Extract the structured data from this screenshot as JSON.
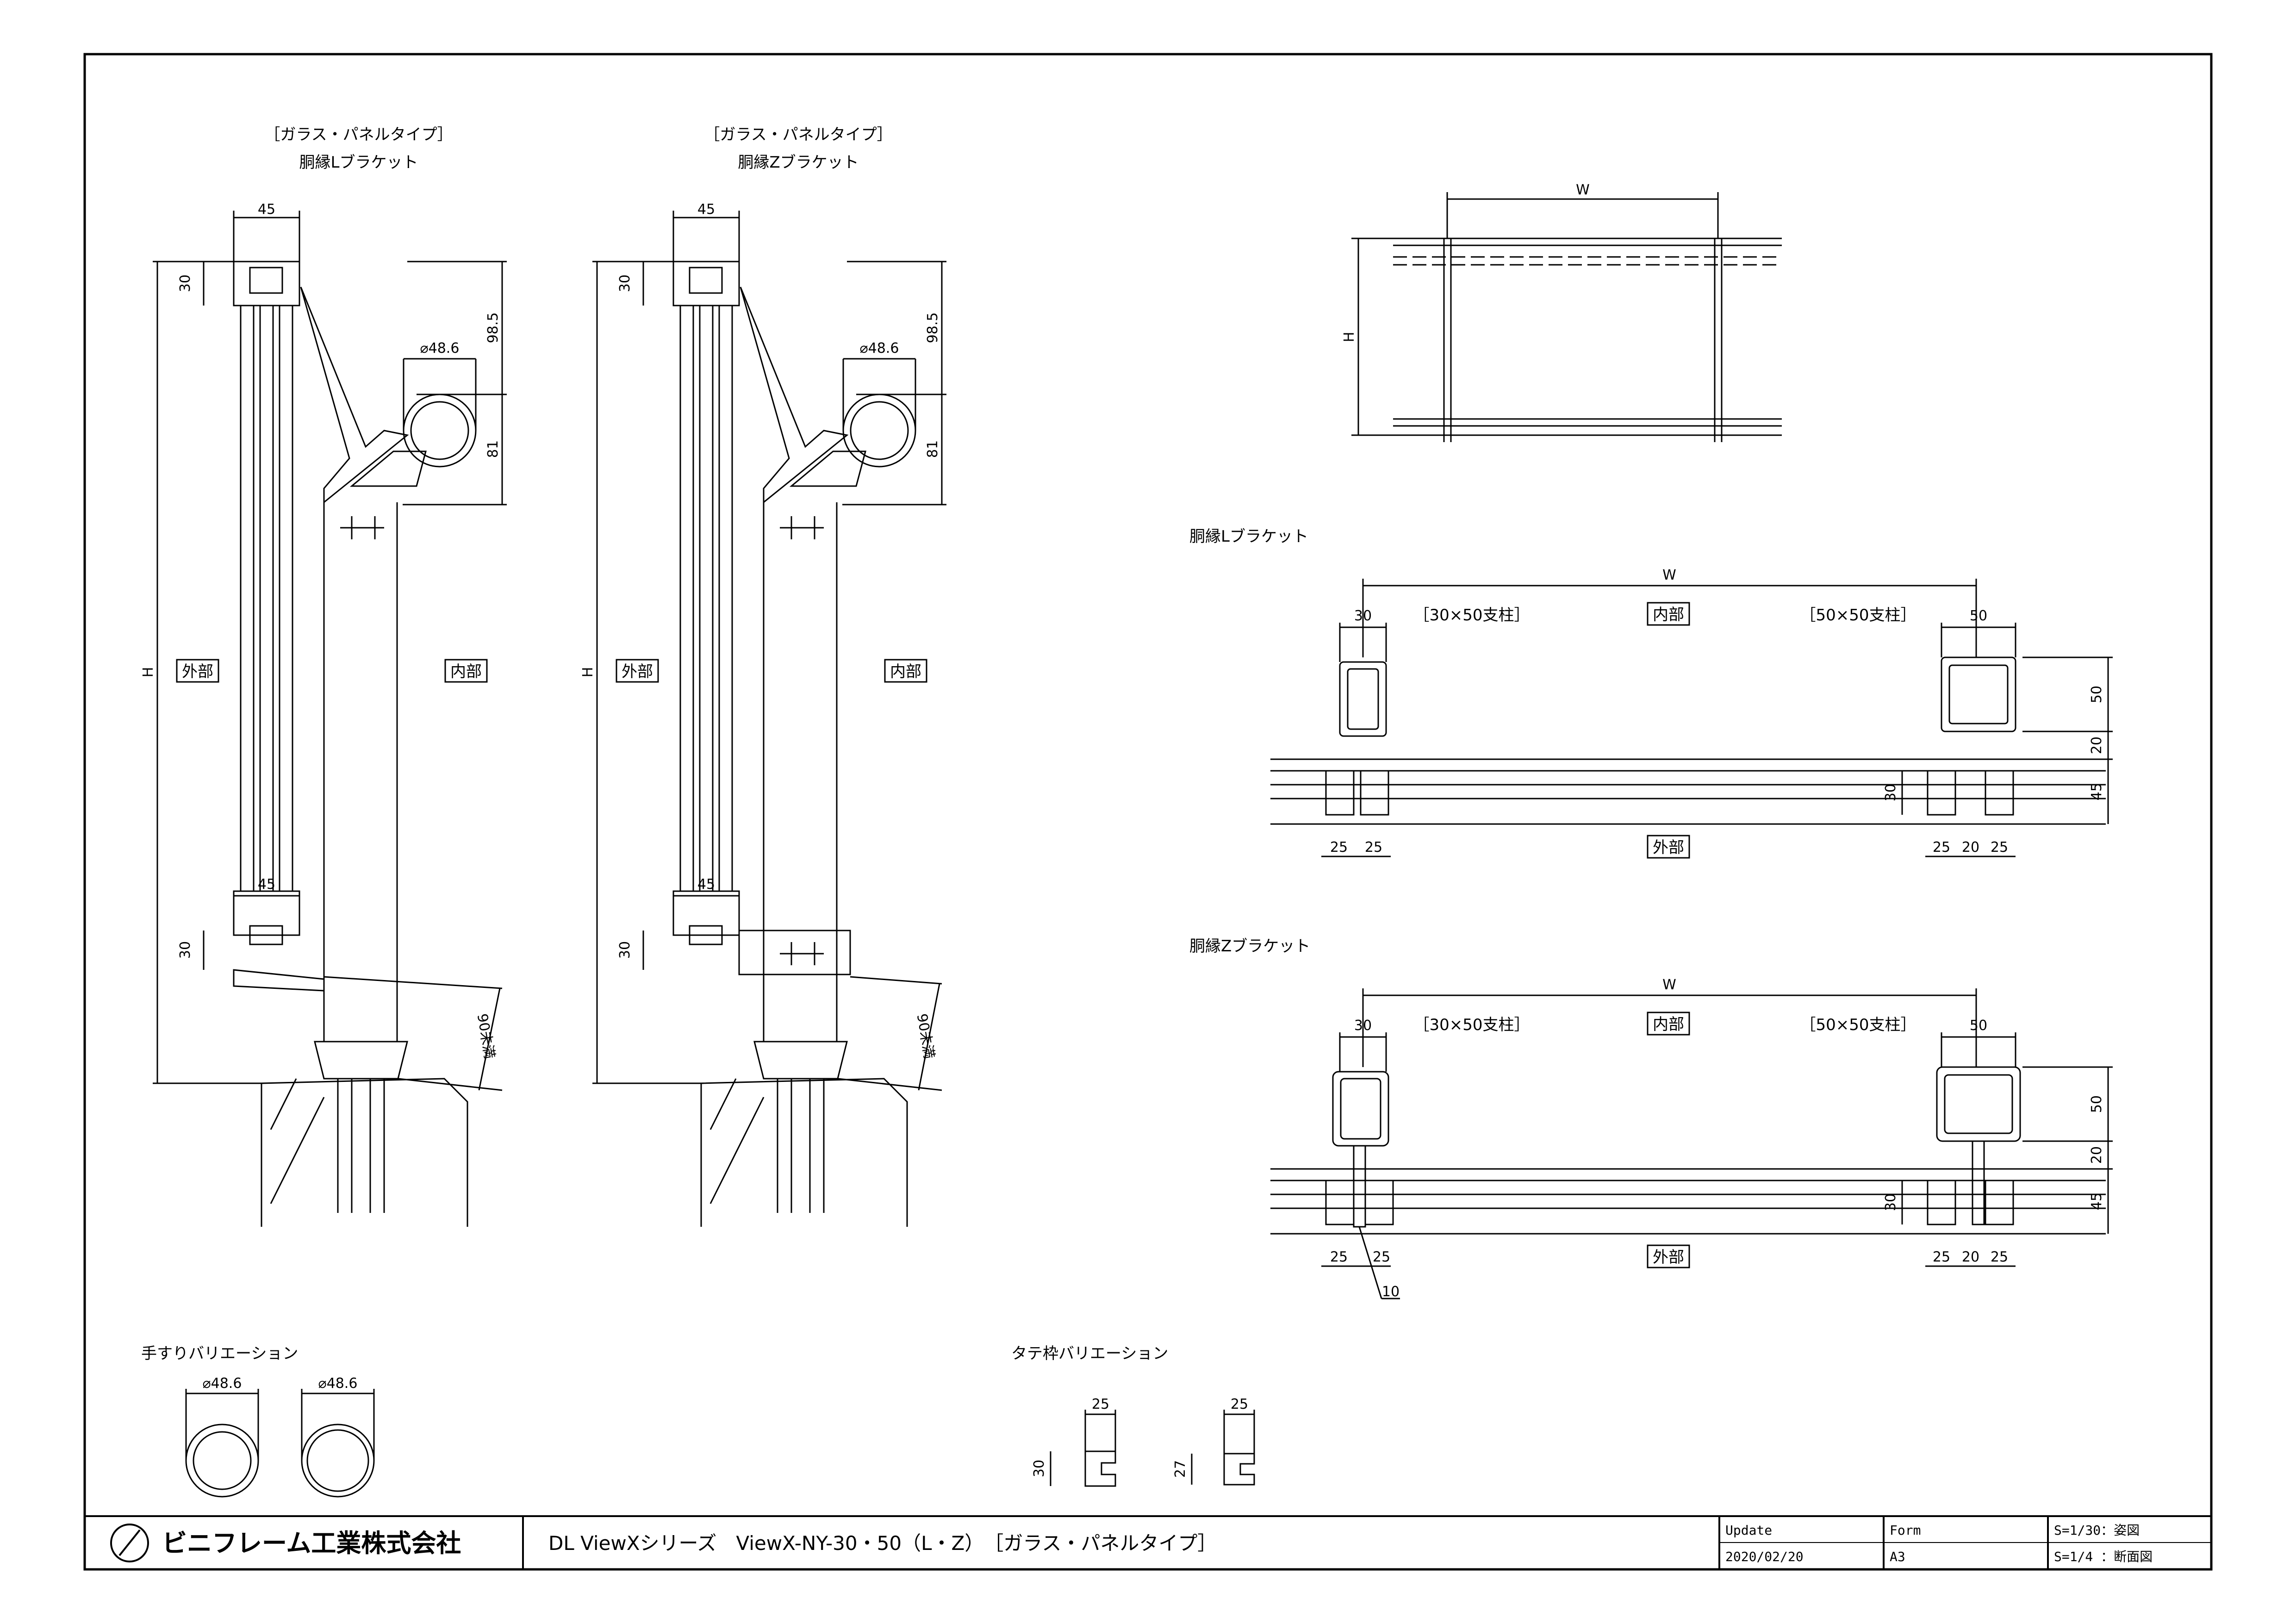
{
  "colors": {
    "ink": "#000000",
    "paper": "#ffffff",
    "hatch": "#555555"
  },
  "left_section_l": {
    "type_label": "［ガラス・パネルタイプ］",
    "title": "胴縁Lブラケット",
    "dims": {
      "top_width": "45",
      "top_height": "30",
      "bottom_width": "45",
      "bottom_height": "30",
      "rail_dia": "⌀48.6",
      "upper_rise": "98.5",
      "lower_rise": "81",
      "height": "H",
      "embed": "90未満"
    },
    "outside": "外部",
    "inside": "内部"
  },
  "left_section_z": {
    "type_label": "［ガラス・パネルタイプ］",
    "title": "胴縁Zブラケット",
    "dims": {
      "top_width": "45",
      "top_height": "30",
      "bottom_width": "45",
      "bottom_height": "30",
      "rail_dia": "⌀48.6",
      "upper_rise": "98.5",
      "lower_rise": "81",
      "height": "H",
      "embed": "90未満"
    },
    "outside": "外部",
    "inside": "内部"
  },
  "elevation": {
    "width": "W",
    "height": "H"
  },
  "plan_l": {
    "title": "胴縁Lブラケット",
    "width": "W",
    "post_small": "30",
    "post_large": "50",
    "post_small_label": "［30×50支柱］",
    "post_large_label": "［50×50支柱］",
    "inside": "内部",
    "outside": "外部",
    "right_dims": [
      "50",
      "20",
      "45"
    ],
    "frame_height": "30",
    "bottom_left": [
      "25",
      "25"
    ],
    "bottom_right": [
      "25",
      "20",
      "25"
    ]
  },
  "plan_z": {
    "title": "胴縁Zブラケット",
    "width": "W",
    "post_small": "30",
    "post_large": "50",
    "post_small_label": "［30×50支柱］",
    "post_large_label": "［50×50支柱］",
    "inside": "内部",
    "outside": "外部",
    "right_dims": [
      "50",
      "20",
      "45"
    ],
    "frame_height": "30",
    "bottom_left": [
      "25",
      "25"
    ],
    "bottom_right": [
      "25",
      "20",
      "25"
    ],
    "leader": "10"
  },
  "handrail_variation": {
    "title": "手すりバリエーション",
    "dia_a": "⌀48.6",
    "dia_b": "⌀48.6"
  },
  "frame_variation": {
    "title": "タテ枠バリエーション",
    "a_width": "25",
    "a_height": "30",
    "b_width": "25",
    "b_height": "27"
  },
  "title_block": {
    "company": "ビニフレーム工業株式会社",
    "drawing_title": "DL ViewXシリーズ　ViewX-NY-30・50（L・Z）　［ガラス・パネルタイプ］",
    "update_label": "Update",
    "update_value": "2020/02/20",
    "form_label": "Form",
    "form_value": "A3",
    "scale_1": "S=1/30：姿図",
    "scale_2": "S=1/4 ：断面図"
  }
}
